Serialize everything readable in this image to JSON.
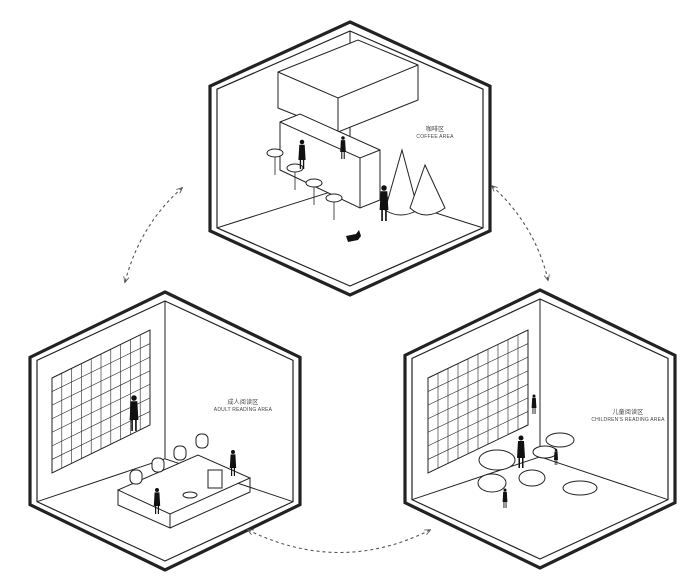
{
  "zones": [
    {
      "id": "coffee",
      "label_cn": "咖啡区",
      "label_en": "COFFEE AREA"
    },
    {
      "id": "adult",
      "label_cn": "成人阅读区",
      "label_en": "ADULT READING AREA"
    },
    {
      "id": "children",
      "label_cn": "儿童阅读区",
      "label_en": "CHILDREN'S READING AREA"
    }
  ],
  "colors": {
    "line": "#222222",
    "dash": "#555555",
    "background": "#ffffff"
  }
}
